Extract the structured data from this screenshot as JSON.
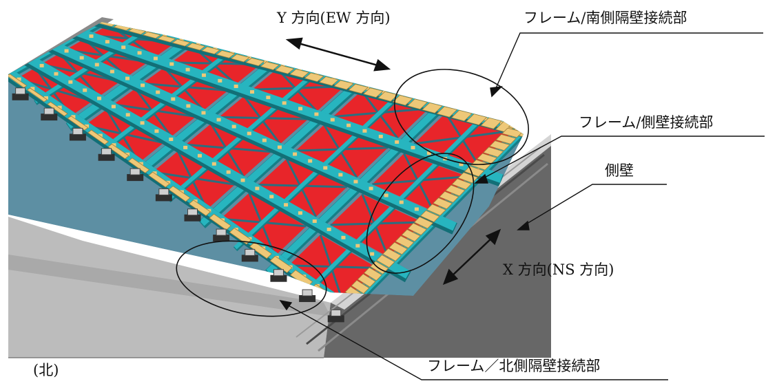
{
  "labels": {
    "y_direction": "Y 方向(EW 方向)",
    "frame_south_partition": "フレーム/南側隔壁接続部",
    "frame_side_wall": "フレーム/側壁接続部",
    "side_wall": "側壁",
    "x_direction": "X 方向(NS 方向)",
    "north": "(北)",
    "frame_north_partition": "フレーム／北側隔壁接続部"
  },
  "colors": {
    "frame_steel": "#27b5bf",
    "bracing_panel": "#e8252a",
    "pad_blocks": "#eec878",
    "concrete_light": "#b8b8b8",
    "concrete_dark": "#646464"
  }
}
